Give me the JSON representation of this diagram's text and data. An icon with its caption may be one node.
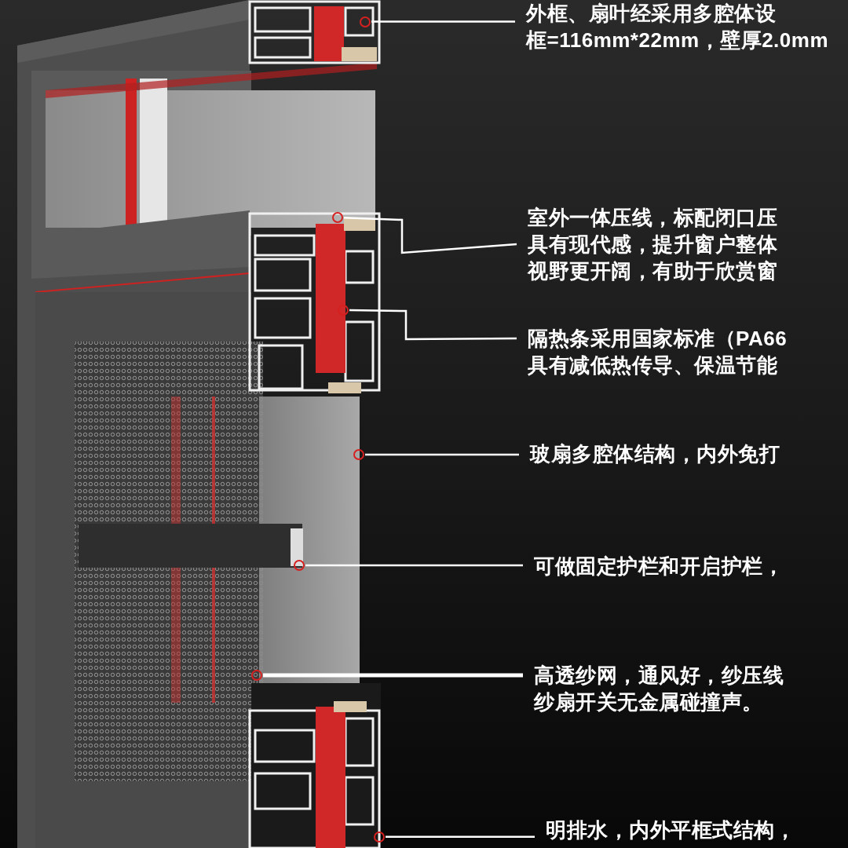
{
  "diagram": {
    "nodes": [
      {
        "text": [
          "外框、扇叶经采用多腔体设",
          "框=116mm*22mm，壁厚2.0mm"
        ]
      },
      {
        "text": [],
        "shape": "circle"
      },
      {
        "text": [
          "室外一体压线，标配闭口压",
          "具有现代感，提升窗户整体",
          "视野更开阔，有助于欣赏窗"
        ]
      },
      {
        "text": [],
        "shape": "circle"
      },
      {
        "text": [
          "隔热条采用国家标准（PA66",
          "具有减低热传导、保温节能"
        ]
      },
      {
        "text": [],
        "shape": "circle"
      },
      {
        "text": [
          "玻扇多腔体结构，内外免打"
        ]
      },
      {
        "text": [],
        "shape": "circle"
      },
      {
        "text": [
          "可做固定护栏和开启护栏，"
        ]
      },
      {
        "text": [],
        "shape": "circle"
      },
      {
        "text": [
          "高透纱网，通风好，纱压线",
          "纱扇开关无金属碰撞声。"
        ]
      },
      {
        "text": [],
        "shape": "circle"
      },
      {
        "text": [
          "明排水，内外平框式结构，"
        ]
      },
      {
        "text": [],
        "shape": "circle"
      }
    ],
    "edges": [
      {
        "from": 0,
        "to": 1,
        "arrow": "none"
      },
      {
        "from": 2,
        "to": 3,
        "arrow": "none"
      },
      {
        "from": 4,
        "to": 5,
        "arrow": "none"
      },
      {
        "from": 6,
        "to": 7,
        "arrow": "none"
      },
      {
        "from": 8,
        "to": 9,
        "arrow": "none"
      },
      {
        "from": 10,
        "to": 11,
        "arrow": "none",
        "style": "thick"
      },
      {
        "from": 12,
        "to": 13,
        "arrow": "none"
      }
    ]
  }
}
